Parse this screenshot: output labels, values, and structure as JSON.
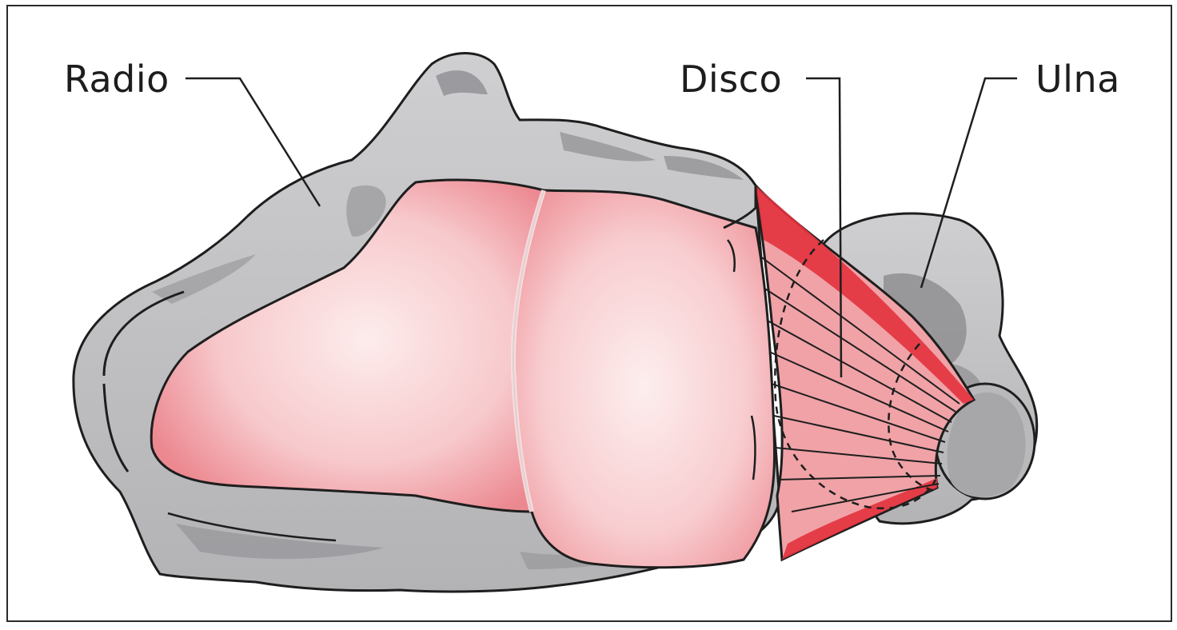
{
  "labels": {
    "radius": "Radio",
    "disc": "Disco",
    "ulna": "Ulna"
  },
  "colors": {
    "bone": "#c4c4c6",
    "bone_shadow": "#8f8f92",
    "cartilage": "#f6c3c6",
    "cartilage_deep": "#ee8f96",
    "disc": "#f0a2a7",
    "ligament": "#e2323e",
    "outline": "#1e1e1e"
  }
}
